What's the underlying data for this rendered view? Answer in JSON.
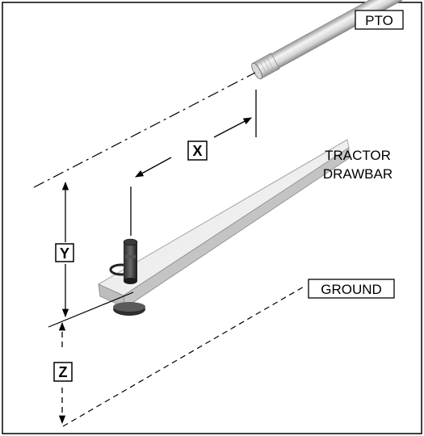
{
  "labels": {
    "pto": "PTO",
    "drawbar_line1": "TRACTOR",
    "drawbar_line2": "DRAWBAR",
    "ground": "GROUND"
  },
  "dimensions": {
    "x": "X",
    "y": "Y",
    "z": "Z"
  }
}
